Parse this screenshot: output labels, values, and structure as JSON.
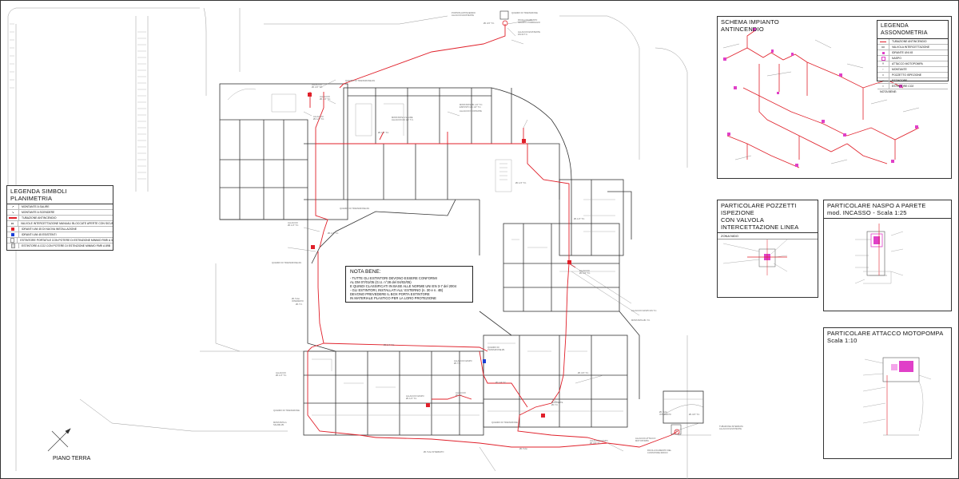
{
  "legend_planimetria": {
    "title": "LEGENDA SIMBOLI PLANIMETRIA",
    "items": [
      {
        "label": "MONTANTE A SALIRE",
        "icon": "rising-riser-icon"
      },
      {
        "label": "MONTANTE A SCENDERE",
        "icon": "falling-riser-icon"
      },
      {
        "label": "TUBAZIONE ANTINCENDIO",
        "icon": "fire-pipe-icon"
      },
      {
        "label": "VALVOLE INTERCETTAZIONE MANUALI BLOCCATE APERTE CON SICUREZZA",
        "icon": "valve-icon"
      },
      {
        "label": "IDRANTI UNI 45 DI NUOVA INSTALLAZIONE",
        "icon": "hydrant-red-icon"
      },
      {
        "label": "IDRANTI UNI 45 ESISTENTI",
        "icon": "hydrant-blue-icon"
      },
      {
        "label": "ESTINTORE PORTATILE CON POTERE DI ESTINZIONE MINIMO PARI A 34A - 144B",
        "icon": "extinguisher-icon"
      },
      {
        "label": "ESTINTORE A CO2 CON POTERE DI ESTINZIONE MINIMO PARI A 89B",
        "icon": "co2-extinguisher-icon"
      }
    ]
  },
  "schema": {
    "title": "SCHEMA IMPIANTO ANTINCENDIO"
  },
  "legenda_assonometria": {
    "title": "LEGENDA ASSONOMETRIA",
    "items": [
      "TUBAZIONE ANTINCENDIO",
      "VALVOLA INTERCETTAZIONE",
      "IDRANTE UNI 45",
      "NASPO",
      "ATTACCO MOTOPOMPA",
      "MONTANTE",
      "POZZETTO ISPEZIONE",
      "ESTINTORE",
      "ESTINTORE CO2"
    ],
    "nota": "NOTA BENE:"
  },
  "pozzetti": {
    "title_line1": "PARTICOLARE POZZETTI ISPEZIONE",
    "title_line2": "CON VALVOLA INTERCETTAZIONE LINEA",
    "subtitle": "ZONA NIDO"
  },
  "naspo": {
    "title_line1": "PARTICOLARE NASPO A PARETE",
    "title_line2": "mod. INCASSO   -   Scala 1:25"
  },
  "motopompa": {
    "title_line1": "PARTICOLARE ATTACCO MOTOPOMPA",
    "title_line2": "Scala 1:10"
  },
  "note": {
    "title": "NOTA BENE:",
    "lines": [
      "- TUTTE GLI ESTINTORI DEVONO ESSERE CONFORMI",
      "  AL DM 07/01/05 (G.U. n°28 del 04/02/05)",
      "  E QUINDI CLASSIFICATI IN BASE ALLE NORME UNI EN 3-7 del 2004",
      "- GLI ESTINTORI, INSTALLATI ALL' ESTERNO (n. 30 e n. 4B)",
      "  DEVONO PREVEDERE IL BOX PORTA ESTINTORE",
      "  IN MATERIALE PLASTICO PER LA LORO PROTEZIONE"
    ]
  },
  "drawing_title": "PIANO TERRA",
  "colors": {
    "pipe": "#e0202a",
    "hydrant_new": "#e0202a",
    "hydrant_existing": "#1a3fd6",
    "naspo_pink": "#e040c8",
    "line": "#555555"
  }
}
